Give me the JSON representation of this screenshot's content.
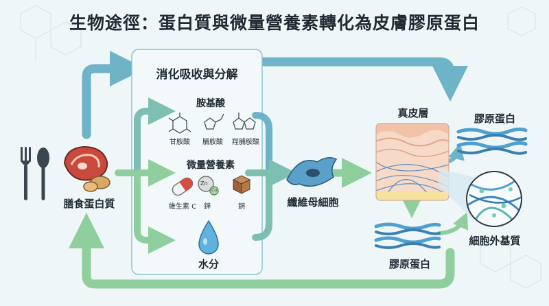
{
  "title": "生物途徑：蛋白質與微量營養素轉化為皮膚膠原蛋白",
  "diet_label": "膳食蛋白質",
  "box_title": "消化吸收與分解",
  "amino": {
    "title": "胺基酸",
    "items": [
      "甘胺酸",
      "脯胺酸",
      "羥脯胺酸"
    ]
  },
  "micro": {
    "title": "微量營養素",
    "items": [
      "維生素 C",
      "鋅",
      "銅"
    ],
    "zn_symbol": "Zn",
    "cu_symbol": "Cu"
  },
  "water_label": "水分",
  "fibroblast_label": "纖維母細胞",
  "dermis_label": "真皮層",
  "collagen_top_label": "膠原蛋白",
  "collagen_bottom_label": "膠原蛋白",
  "ecm_label": "細胞外基質",
  "colors": {
    "blue_arrow": "#6fb3c8",
    "green_arrow": "#8fcf9d",
    "box_border": "#8cc4d2",
    "collagen": "#4f9fd0"
  }
}
